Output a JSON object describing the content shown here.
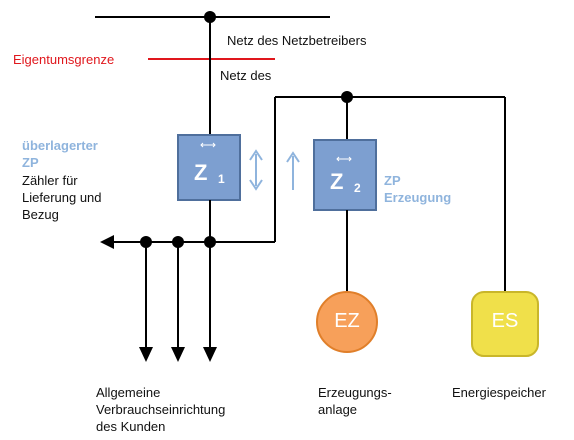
{
  "labels": {
    "eigentumsgrenze": "Eigentumsgrenze",
    "netz_netzbetreiber": "Netz des Netzbetreibers",
    "netz_des": "Netz des",
    "ueberlagerter_zp": [
      "überlagerter",
      "ZP"
    ],
    "zaehler_desc": [
      "Zähler für",
      "Lieferung und",
      "Bezug"
    ],
    "zp_erzeugung": [
      "ZP",
      "Erzeugung"
    ],
    "allgemeine": [
      "Allgemeine",
      "Verbrauchseinrichtung",
      "des Kunden"
    ],
    "erzeugungsanlage": [
      "Erzeugungs-",
      "anlage"
    ],
    "energiespeicher": "Energiespeicher"
  },
  "meters": {
    "z1": {
      "main": "Z",
      "sub": "1"
    },
    "z2": {
      "main": "Z",
      "sub": "2"
    }
  },
  "nodes": {
    "ez": "EZ",
    "es": "ES"
  },
  "colors": {
    "meter_fill": "#7d9fd0",
    "meter_stroke": "#4f6f9c",
    "arrow_blue": "#8fb4dd",
    "ez_fill": "#f7a05a",
    "ez_stroke": "#e07f2a",
    "es_fill": "#f0e04a",
    "es_stroke": "#c9b62a",
    "boundary_red": "#e0171d",
    "line": "#000000"
  }
}
